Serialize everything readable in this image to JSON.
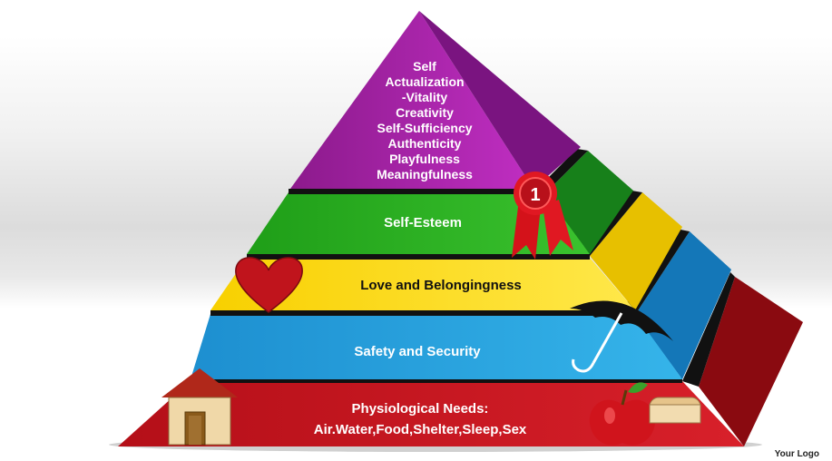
{
  "pyramid": {
    "top_lines": [
      "Self",
      "Actualization",
      "-Vitality",
      "Creativity",
      "Self-Sufficiency",
      "Authenticity",
      "Playfulness",
      "Meaningfulness"
    ],
    "level_esteem": "Self-Esteem",
    "level_love": "Love and Belongingness",
    "level_safety": "Safety and Security",
    "level_physio_line1": "Physiological Needs:",
    "level_physio_line2": "Air.Water,Food,Shelter,Sleep,Sex",
    "badge_number": "1"
  },
  "footer": {
    "logo": "Your Logo"
  },
  "colors": {
    "top": "#a31ea5",
    "esteem": "#28b41e",
    "love": "#f6d400",
    "safety": "#1fa0dc",
    "physio": "#c8141e"
  },
  "icons": [
    "award-ribbon-icon",
    "heart-icon",
    "umbrella-icon",
    "house-icon",
    "apple-icon",
    "bread-icon"
  ]
}
